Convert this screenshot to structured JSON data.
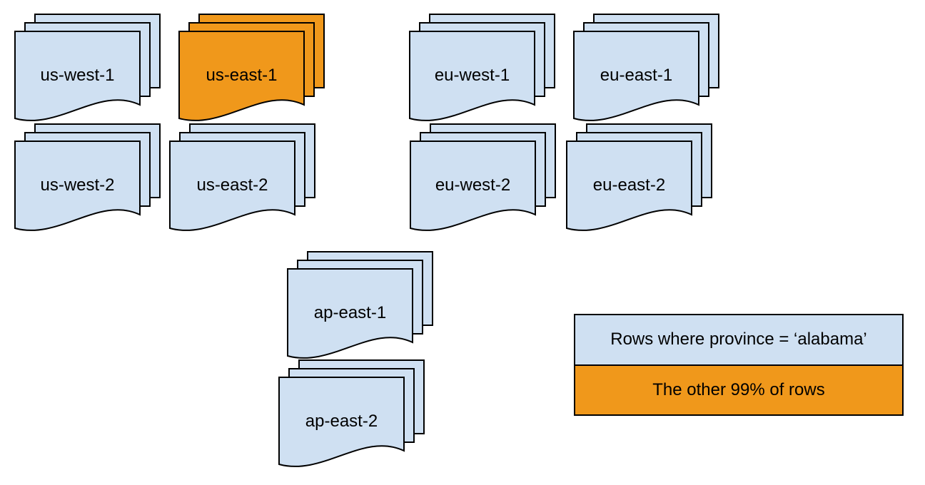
{
  "diagram": {
    "regions": [
      {
        "label": "us-west-1",
        "variant": "blue"
      },
      {
        "label": "us-east-1",
        "variant": "orange"
      },
      {
        "label": "eu-west-1",
        "variant": "blue"
      },
      {
        "label": "eu-east-1",
        "variant": "blue"
      },
      {
        "label": "us-west-2",
        "variant": "blue"
      },
      {
        "label": "us-east-2",
        "variant": "blue"
      },
      {
        "label": "eu-west-2",
        "variant": "blue"
      },
      {
        "label": "eu-east-2",
        "variant": "blue"
      },
      {
        "label": "ap-east-1",
        "variant": "blue"
      },
      {
        "label": "ap-east-2",
        "variant": "blue"
      }
    ],
    "legend": {
      "rows": [
        {
          "label": "Rows where province = ‘alabama’",
          "color": "#cfe0f2"
        },
        {
          "label": "The other 99% of rows",
          "color": "#f0981b"
        }
      ]
    },
    "colors": {
      "blue": "#cfe0f2",
      "orange": "#f0981b",
      "stroke": "#000000",
      "background": "#ffffff"
    }
  }
}
